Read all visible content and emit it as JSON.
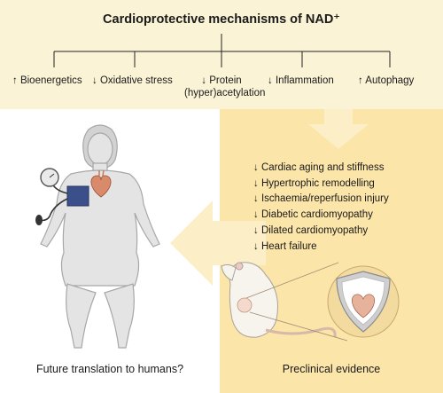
{
  "title": "Cardioprotective mechanisms of NAD⁺",
  "mechanisms": [
    {
      "text": "↑ Bioenergetics"
    },
    {
      "text": "↓ Oxidative stress"
    },
    {
      "text": "↓ Protein",
      "text2": "(hyper)acetylation"
    },
    {
      "text": "↓ Inflammation"
    },
    {
      "text": "↑ Autophagy"
    }
  ],
  "preclinical_outcomes": [
    "↓ Cardiac aging and stiffness",
    "↓ Hypertrophic remodelling",
    "↓ Ischaemia/reperfusion injury",
    "↓ Diabetic cardiomyopathy",
    "↓ Dilated cardiomyopathy",
    "↓ Heart failure"
  ],
  "captions": {
    "left": "Future translation to humans?",
    "right": "Preclinical evidence"
  },
  "icons": [
    "human-figure-icon",
    "blood-pressure-cuff-icon",
    "heart-icon",
    "mouse-icon",
    "shield-heart-icon"
  ],
  "colors": {
    "top_band": "#fbf3d6",
    "evidence_panel": "#fbe5a9",
    "arrow": "#fcefc7",
    "heart": "#d98a6a",
    "cuff": "#3b4f8a"
  }
}
